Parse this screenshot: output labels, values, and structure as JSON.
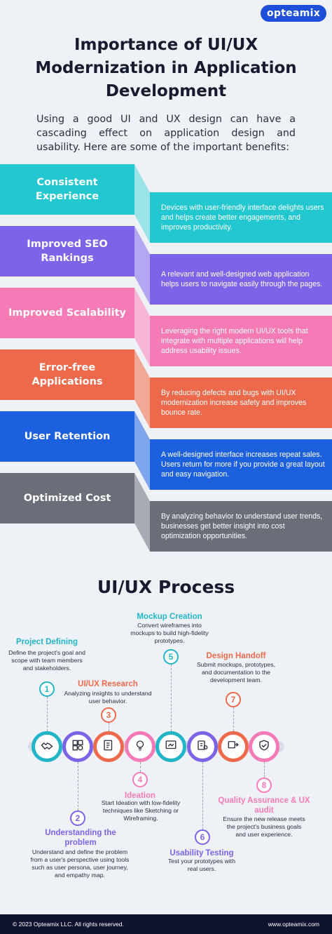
{
  "brand": {
    "logo_text": "opteamix"
  },
  "title": "Importance of UI/UX Modernization in Application Development",
  "intro": "Using a good UI and UX design can have a cascading effect on application design and usability. Here are some of the important benefits:",
  "benefits": [
    {
      "title": "Consistent Experience",
      "desc": "Devices with user-friendly interface delights users and helps create better engagements, and improves productivity.",
      "color": "#22c7cf",
      "fold_color": "#9ae3e8",
      "box_color": "#22c7cf"
    },
    {
      "title": "Improved SEO Rankings",
      "desc": "A relevant and well-designed web application helps users to navigate easily through the pages.",
      "color": "#7d63e8",
      "fold_color": "#b4a6f0",
      "box_color": "#7d63e8"
    },
    {
      "title": "Improved Scalability",
      "desc": "Leveraging the right modern UI/UX tools that integrate with multiple applications will help address usability issues.",
      "color": "#f57bb6",
      "fold_color": "#f8b6d6",
      "box_color": "#f57bb6"
    },
    {
      "title": "Error-free Applications",
      "desc": "By reducing defects and bugs with UI/UX modernization increase safety and improves bounce rate.",
      "color": "#ec6a4b",
      "fold_color": "#f3a895",
      "box_color": "#ec6a4b"
    },
    {
      "title": "User Retention",
      "desc": "A well-designed interface increases repeat sales. Users return for more if you provide a great layout and easy navigation.",
      "color": "#1d60dd",
      "fold_color": "#7ea4ec",
      "box_color": "#1d60dd"
    },
    {
      "title": "Optimized Cost",
      "desc": "By analyzing behavior to understand user trends, businesses get better insight into cost optimization opportunities.",
      "color": "#6b6e79",
      "fold_color": "#a9abb2",
      "box_color": "#6b6e79"
    }
  ],
  "process": {
    "title": "UI/UX Process",
    "steps": [
      {
        "num": "1",
        "title": "Project Defining",
        "desc": "Define the project's goal and scope with team members and stakeholders.",
        "color": "#22b5c8",
        "icon": "handshake-icon"
      },
      {
        "num": "2",
        "title": "Understanding the problem",
        "desc": "Understand and define the problem from a user's perspective using tools such as user persona, user journey, and empathy map.",
        "color": "#7d63e8",
        "icon": "puzzle-icon"
      },
      {
        "num": "3",
        "title": "UI/UX Research",
        "desc": "Analyzing insights to understand user behavior.",
        "color": "#ec6a4b",
        "icon": "research-icon"
      },
      {
        "num": "4",
        "title": "Ideation",
        "desc": "Start Ideation with low-fidelity techniques like Sketching or Wireframing.",
        "color": "#f57bb6",
        "icon": "lightbulb-icon"
      },
      {
        "num": "5",
        "title": "Mockup Creation",
        "desc": "Convert wireframes into mockups to build high-fidelity prototypes.",
        "color": "#22b5c8",
        "icon": "mockup-icon"
      },
      {
        "num": "6",
        "title": "Usability Testing",
        "desc": "Test your prototypes with real users.",
        "color": "#7d63e8",
        "icon": "testing-icon"
      },
      {
        "num": "7",
        "title": "Design Handoff",
        "desc": "Submit mockups, prototypes, and documentation to the development team.",
        "color": "#ec6a4b",
        "icon": "handoff-icon"
      },
      {
        "num": "8",
        "title": "Quality Assurance & UX audit",
        "desc": "Ensure the new release meets the project's business goals and user experience.",
        "color": "#f57bb6",
        "icon": "shield-check-icon"
      }
    ]
  },
  "footer": {
    "copyright": "© 2023 Opteamix LLC. All rights reserved.",
    "website": "www.opteamix.com"
  }
}
